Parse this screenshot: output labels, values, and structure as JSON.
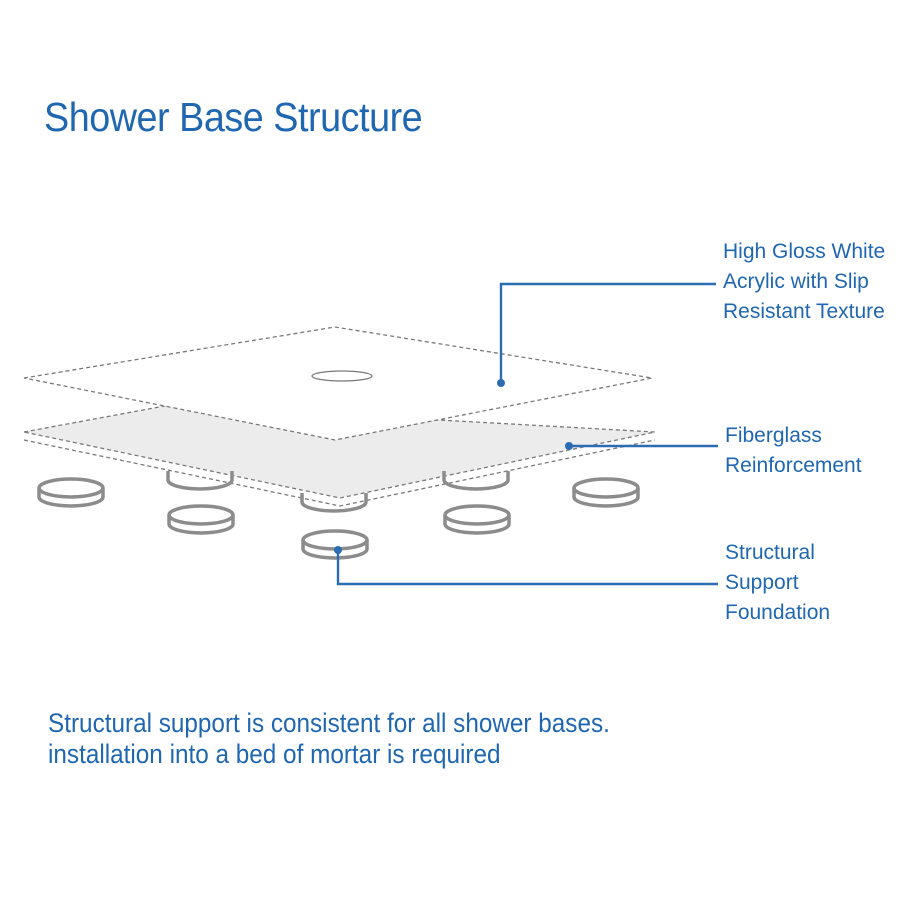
{
  "title": "Shower Base Structure",
  "layers": [
    {
      "id": "acrylic",
      "lines": [
        "High Gloss White",
        "Acrylic with Slip",
        "Resistant Texture"
      ]
    },
    {
      "id": "fiberglass",
      "lines": [
        "Fiberglass",
        "Reinforcement"
      ]
    },
    {
      "id": "support",
      "lines": [
        "Structural",
        "Support",
        "Foundation"
      ]
    }
  ],
  "note": {
    "line1": "Structural support is consistent for all shower bases.",
    "line2": "installation into a bed of mortar is required"
  },
  "colors": {
    "accent": "#1f67b0",
    "leader": "#2a6db3",
    "dash": "#7a7a7a",
    "fiberglass_fill": "#ececec",
    "ring": "#8c8c8c"
  }
}
